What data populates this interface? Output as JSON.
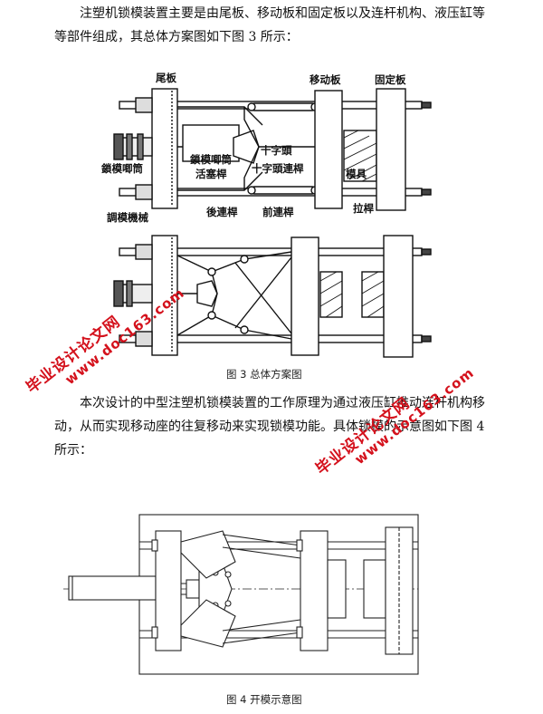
{
  "paragraphs": {
    "intro_line1": "注塑机锁模装置主要是由尾板、移动板和固定板以及连杆机构、液压缸等",
    "intro_line2": "等部件组成，其总体方案图如下图 3 所示：",
    "work_line1": "本次设计的中型注塑机锁模装置的工作原理为通过液压缸推动连杆机构移",
    "work_line2": "动，从而实现移动座的往复移动来实现锁模功能。具体锁模的示意图如下图 4",
    "work_line3": "所示："
  },
  "figure3": {
    "caption": "图 3  总体方案图",
    "labels": {
      "tail_plate": "尾板",
      "moving_plate": "移动板",
      "fixed_plate": "固定板",
      "cross_head": "十字頭",
      "lock_cylinder_left": "鎖模唧筒",
      "lock_cylinder_mid": "鎖模唧筒",
      "piston_rod": "活塞桿",
      "cross_head_link": "十字頭連桿",
      "mold": "模具",
      "mold_adjust": "調模機械",
      "rear_link": "後連桿",
      "front_link": "前連桿",
      "tie_bar": "拉桿"
    }
  },
  "figure4": {
    "caption": "图 4  开模示意图"
  },
  "watermarks": {
    "site_cn": "毕业设计论文网",
    "site_url": "www.doc163.com",
    "color": "#d4111c"
  }
}
